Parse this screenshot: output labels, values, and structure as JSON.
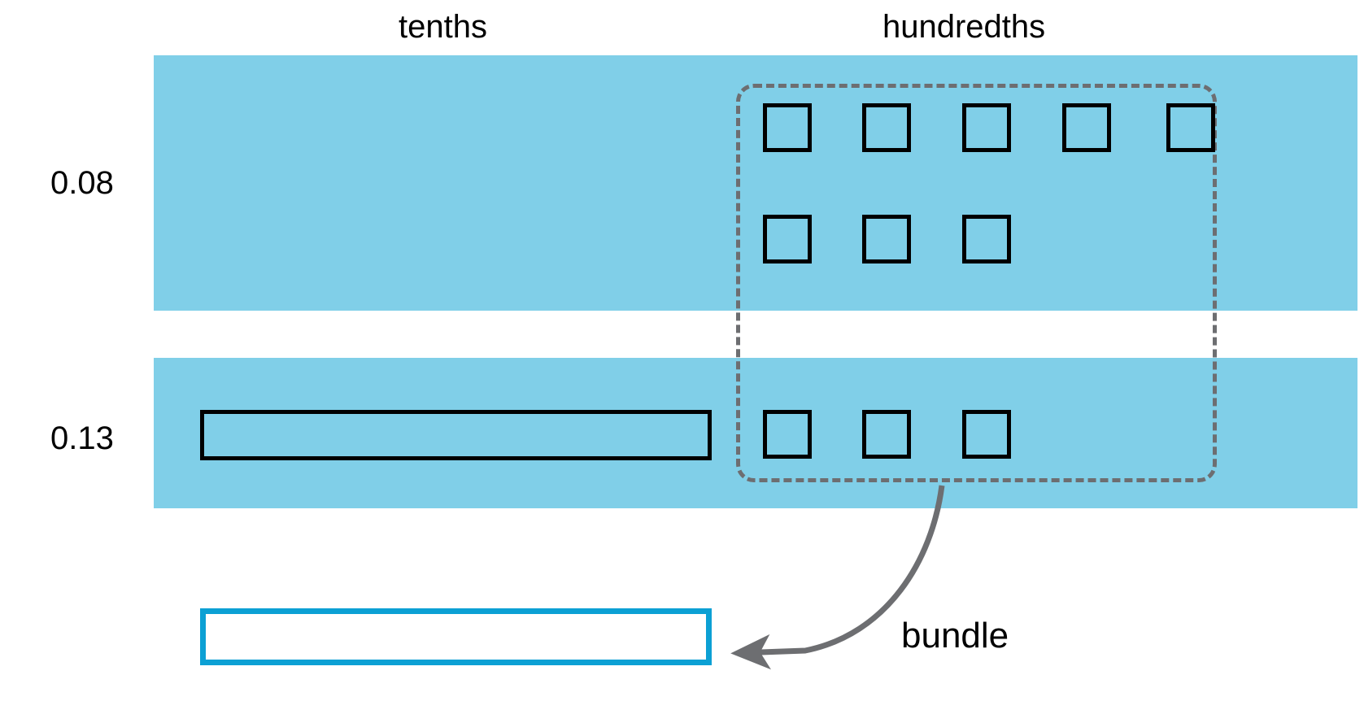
{
  "title": "Bundling hundredths into a tenth place-value diagram",
  "colors": {
    "band_fill": "#80cfe8",
    "bundle_outline": "#6d6e71",
    "block_outline": "#000000",
    "result_bar_outline": "#0ca0d4",
    "arrow": "#6d6e71",
    "text": "#000000",
    "background": "#ffffff"
  },
  "headers": {
    "tenths": "tenths",
    "hundredths": "hundredths"
  },
  "rows": [
    {
      "id": "row-008",
      "label": "0.08",
      "tenths_blocks": 0,
      "hundredths_blocks": 8,
      "hundredths_in_bundle": 7,
      "hundredths_outside_bundle": 1,
      "hundredths_layout": [
        {
          "row": 1,
          "count": 5,
          "in_bundle": [
            true,
            true,
            true,
            true,
            false
          ]
        },
        {
          "row": 2,
          "count": 3,
          "in_bundle": [
            true,
            true,
            true
          ]
        }
      ]
    },
    {
      "id": "row-013",
      "label": "0.13",
      "tenths_blocks": 1,
      "hundredths_blocks": 3,
      "hundredths_in_bundle": 3,
      "hundredths_outside_bundle": 0,
      "hundredths_layout": [
        {
          "row": 1,
          "count": 3,
          "in_bundle": [
            true,
            true,
            true
          ]
        }
      ]
    }
  ],
  "bundle": {
    "label": "bundle",
    "annotation_target": "result-bar",
    "description": "dashed rounded rectangle grouping ten hundredths blocks",
    "grouped_count": 10
  },
  "result_bar": {
    "label": "",
    "represents": "one tenth",
    "fill": "white"
  },
  "icons": {
    "arrow": "curved-arrow-icon"
  }
}
